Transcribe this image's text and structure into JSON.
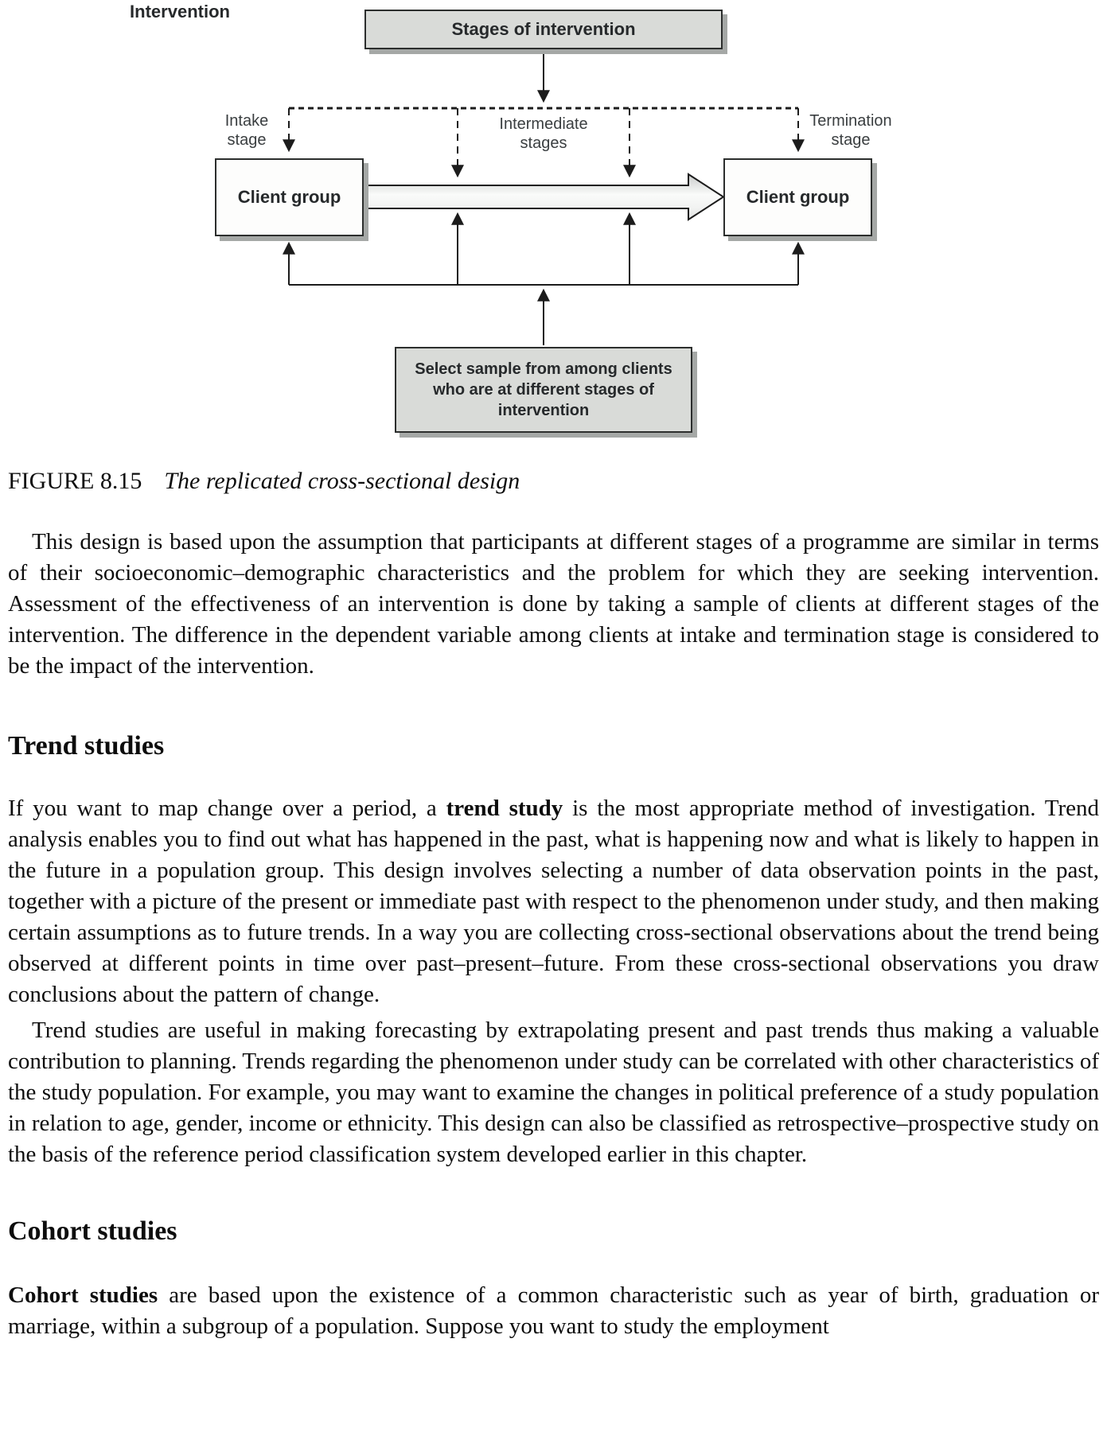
{
  "figure": {
    "stages_box": "Stages of intervention",
    "intake_label": {
      "line1": "Intake",
      "line2": "stage"
    },
    "intermediate_label": {
      "line1": "Intermediate",
      "line2": "stages"
    },
    "termination_label": {
      "line1": "Termination",
      "line2": "stage"
    },
    "client_left": "Client group",
    "client_right": "Client group",
    "intervention_arrow": "Intervention",
    "select_box": {
      "line1": "Select sample from among clients",
      "line2": "who are at different stages of",
      "line3": "intervention"
    },
    "caption": {
      "label": "FIGURE 8.15",
      "title": "The replicated cross-sectional design"
    }
  },
  "content": {
    "para1": "This design is based upon the assumption that participants at different stages of a programme are similar in terms of their socioeconomic–demographic characteristics and the problem for which they are seeking intervention. Assessment of the effectiveness of an intervention is done by taking a sample of clients at different stages of the intervention. The difference in the dependent variable among clients at intake and termination stage is considered to be the impact of the intervention.",
    "trend": {
      "heading": "Trend studies",
      "para2": {
        "before": "If you want to map change over a period, a ",
        "bold": "trend study",
        "after": " is the most appropriate method of investigation. Trend analysis enables you to find out what has happened in the past, what is happening now and what is likely to happen in the future in a population group. This design involves selecting a number of data observation points in the past, together with a picture of the present or immediate past with respect to the phenomenon under study, and then making certain assumptions as to future trends. In a way you are collecting cross-sectional observations about the trend being observed at different points in time over past–present–future. From these cross-sectional observations you draw conclusions about the pattern of change."
      },
      "para3": "Trend studies are useful in making forecasting by extrapolating present and past trends thus making a valuable contribution to planning. Trends regarding the phenomenon under study can be correlated with other characteristics of the study population. For example, you may want to examine the changes in political preference of a study population in relation to age, gender, income or ethnicity. This design can also be classified as retrospective–prospective study on the basis of the reference period classification system developed earlier in this chapter."
    },
    "cohort": {
      "heading": "Cohort studies",
      "para4": {
        "bold": "Cohort studies",
        "after": " are based upon the existence of a common characteristic such as year of birth, graduation or marriage, within a subgroup of a population. Suppose you want to study the employment"
      }
    }
  },
  "colors": {
    "box_fill_gray": "#d9dbd8",
    "box_fill_white": "#fdfdfc",
    "box_shadow": "#a5a8a6",
    "line": "#1c1c1c"
  }
}
